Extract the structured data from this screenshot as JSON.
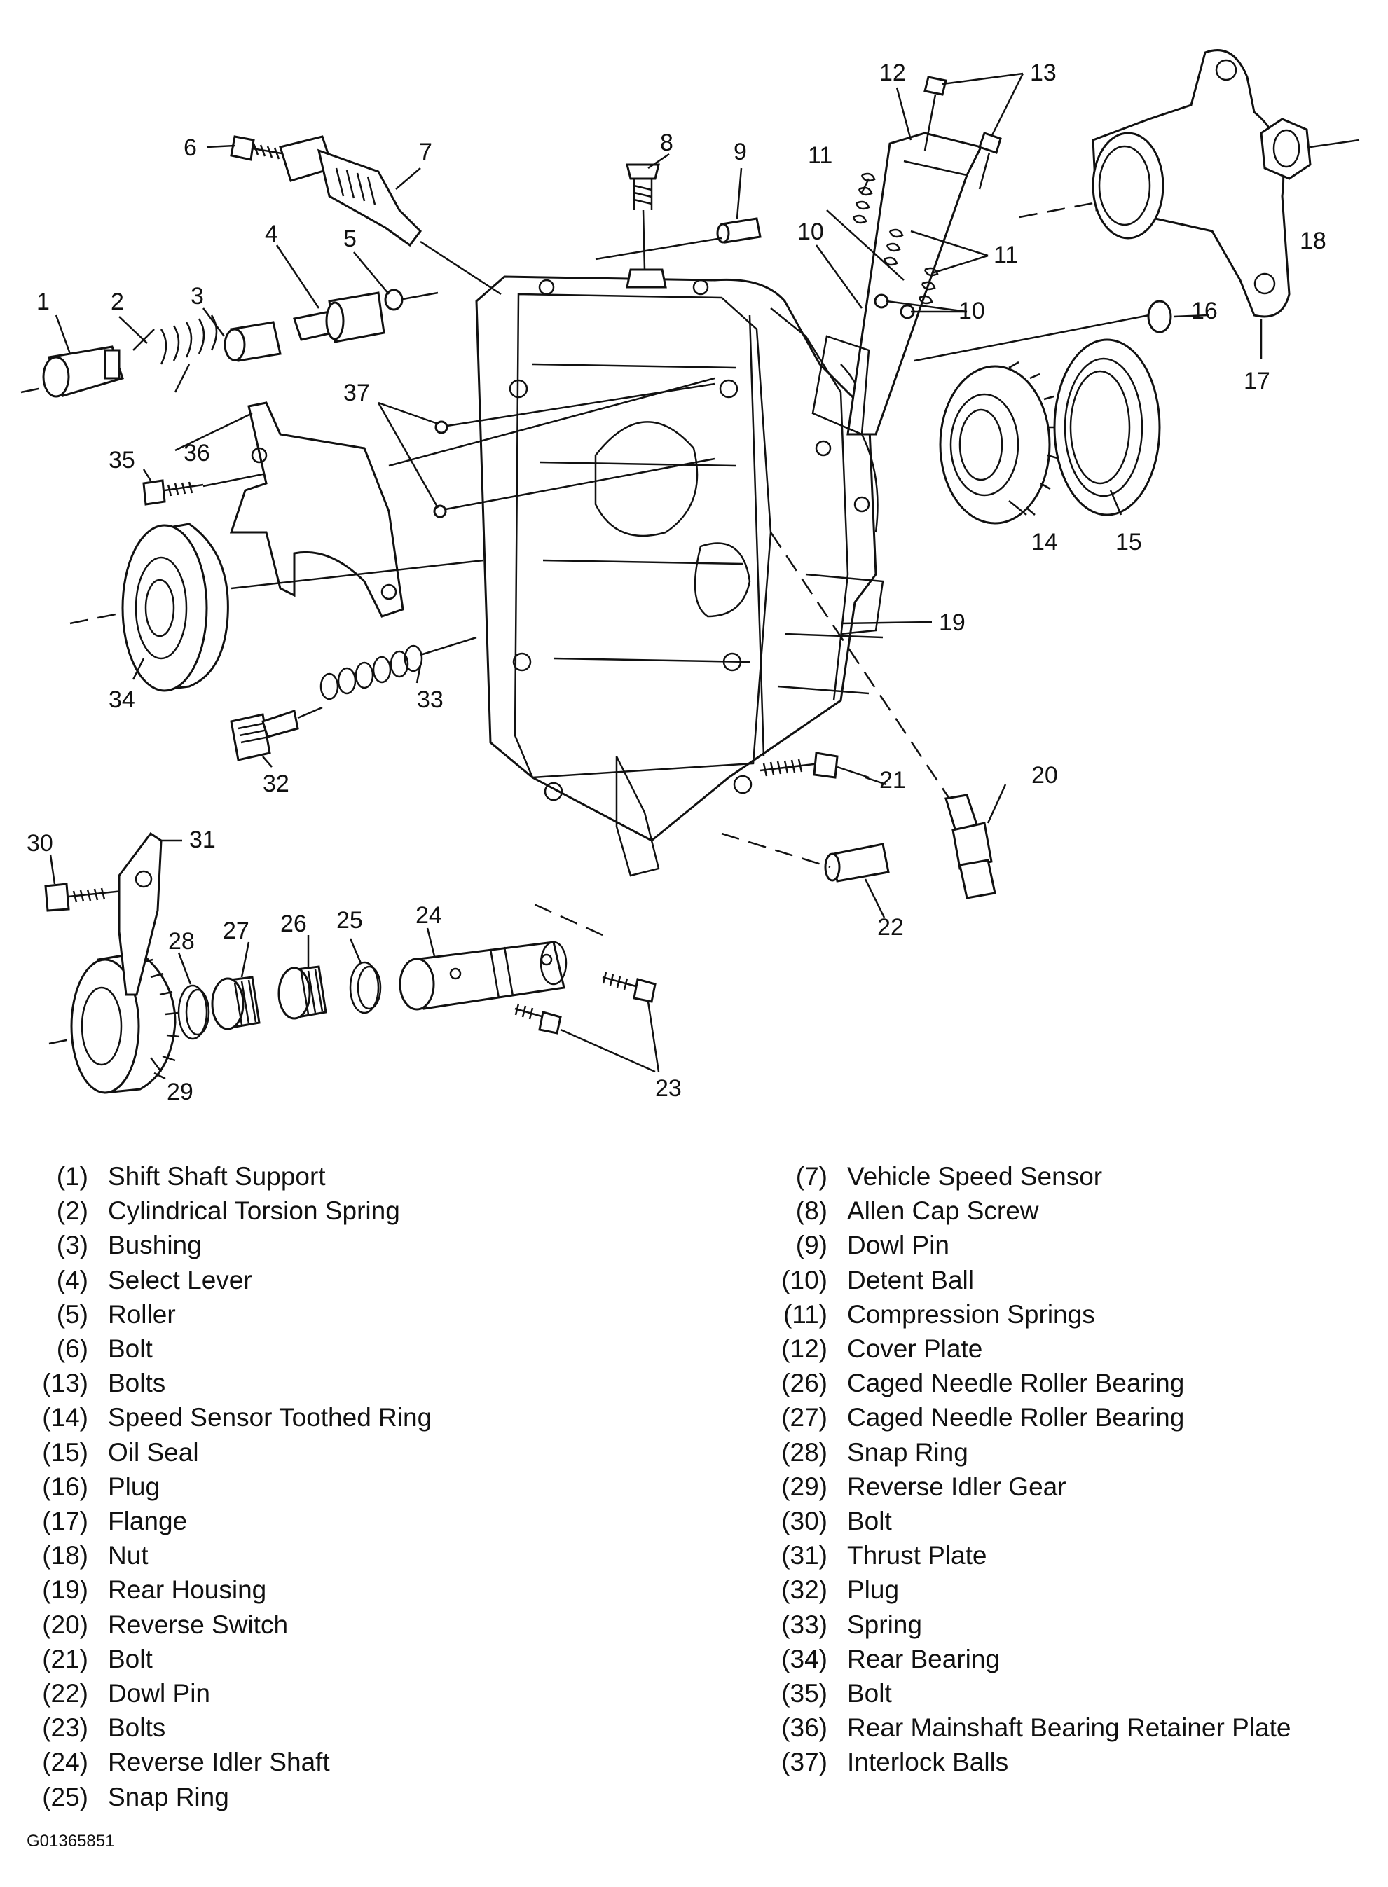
{
  "callouts": [
    "1",
    "2",
    "3",
    "4",
    "5",
    "6",
    "7",
    "8",
    "9",
    "10",
    "10",
    "11",
    "11",
    "12",
    "13",
    "14",
    "15",
    "16",
    "17",
    "18",
    "19",
    "20",
    "21",
    "22",
    "23",
    "24",
    "25",
    "26",
    "27",
    "28",
    "29",
    "30",
    "31",
    "32",
    "33",
    "34",
    "35",
    "36",
    "37"
  ],
  "legend_left": [
    {
      "num": "(1)",
      "label": "Shift Shaft Support"
    },
    {
      "num": "(2)",
      "label": "Cylindrical Torsion Spring"
    },
    {
      "num": "(3)",
      "label": "Bushing"
    },
    {
      "num": "(4)",
      "label": "Select Lever"
    },
    {
      "num": "(5)",
      "label": "Roller"
    },
    {
      "num": "(6)",
      "label": "Bolt"
    },
    {
      "num": "(13)",
      "label": "Bolts"
    },
    {
      "num": "(14)",
      "label": "Speed Sensor Toothed Ring"
    },
    {
      "num": "(15)",
      "label": "Oil Seal"
    },
    {
      "num": "(16)",
      "label": "Plug"
    },
    {
      "num": "(17)",
      "label": "Flange"
    },
    {
      "num": "(18)",
      "label": "Nut"
    },
    {
      "num": "(19)",
      "label": "Rear Housing"
    },
    {
      "num": "(20)",
      "label": "Reverse Switch"
    },
    {
      "num": "(21)",
      "label": "Bolt"
    },
    {
      "num": "(22)",
      "label": "Dowl Pin"
    },
    {
      "num": "(23)",
      "label": "Bolts"
    },
    {
      "num": "(24)",
      "label": "Reverse Idler Shaft"
    },
    {
      "num": "(25)",
      "label": "Snap Ring"
    }
  ],
  "legend_right": [
    {
      "num": "(7)",
      "label": "Vehicle Speed Sensor"
    },
    {
      "num": "(8)",
      "label": "Allen Cap Screw"
    },
    {
      "num": "(9)",
      "label": "Dowl Pin"
    },
    {
      "num": "(10)",
      "label": "Detent Ball"
    },
    {
      "num": "(11)",
      "label": "Compression Springs"
    },
    {
      "num": "(12)",
      "label": "Cover Plate"
    },
    {
      "num": "(26)",
      "label": "Caged Needle Roller Bearing"
    },
    {
      "num": "(27)",
      "label": "Caged Needle Roller Bearing"
    },
    {
      "num": "(28)",
      "label": "Snap Ring"
    },
    {
      "num": "(29)",
      "label": "Reverse Idler Gear"
    },
    {
      "num": "(30)",
      "label": "Bolt"
    },
    {
      "num": "(31)",
      "label": "Thrust Plate"
    },
    {
      "num": "(32)",
      "label": "Plug"
    },
    {
      "num": "(33)",
      "label": "Spring"
    },
    {
      "num": "(34)",
      "label": "Rear Bearing"
    },
    {
      "num": "(35)",
      "label": "Bolt"
    },
    {
      "num": "(36)",
      "label": "Rear Mainshaft Bearing Retainer Plate"
    },
    {
      "num": "(37)",
      "label": "Interlock Balls"
    }
  ],
  "figure_code": "G01365851"
}
